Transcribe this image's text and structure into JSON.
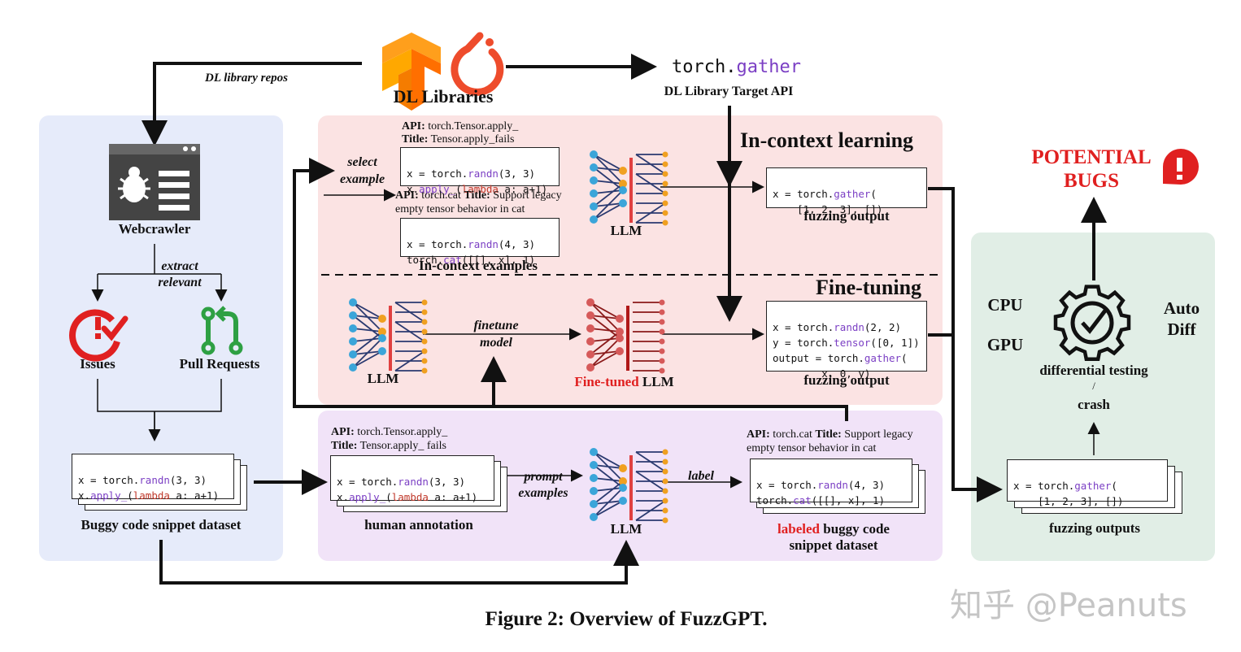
{
  "top": {
    "libraries_label": "DL Libraries",
    "repos_label": "DL library repos",
    "target_code_obj": "torch.",
    "target_code_fn": "gather",
    "target_label": "DL Library Target API"
  },
  "crawler": {
    "webcrawler": "Webcrawler",
    "extract_line1": "extract",
    "extract_line2": "relevant",
    "issues": "Issues",
    "pull_requests": "Pull Requests",
    "snippet_l1a": "x = torch.",
    "snippet_l1fn": "randn",
    "snippet_l1b": "(3, 3)",
    "snippet_l2a": "x.",
    "snippet_l2fn": "apply_",
    "snippet_l2b": "(",
    "snippet_l2kw": "lambda",
    "snippet_l2c": " a: a+1)",
    "dataset_label": "Buggy code snippet dataset"
  },
  "icl": {
    "title": "In-context learning",
    "select_line1": "select",
    "select_line2": "example",
    "ex1_api_bold": "API:",
    "ex1_api": " torch.Tensor.apply_",
    "ex1_title_bold": "Title:",
    "ex1_title": " Tensor.apply_fails",
    "ex1_l1a": "x = torch.",
    "ex1_l1fn": "randn",
    "ex1_l1b": "(3, 3)",
    "ex1_l2a": "x.",
    "ex1_l2fn": "apply_",
    "ex1_l2b": "(",
    "ex1_l2kw": "lambda",
    "ex1_l2c": " a: a+1)",
    "ex2_api_bold": "API:",
    "ex2_api": " torch.cat ",
    "ex2_title_bold": "Title:",
    "ex2_title": " Support legacy",
    "ex2_title_2": "empty tensor behavior in cat",
    "ex2_l1a": "x = torch.",
    "ex2_l1fn": "randn",
    "ex2_l1b": "(4, 3)",
    "ex2_l2a": "torch.",
    "ex2_l2fn": "cat",
    "ex2_l2b": "([[], x], 1)",
    "examples_label": "In-context examples",
    "llm_label": "LLM",
    "out_l1a": "x = torch.",
    "out_l1fn": "gather",
    "out_l1b": "(",
    "out_l2": "    [1, 2, 3], [])",
    "out_label": "fuzzing output"
  },
  "ft": {
    "title": "Fine-tuning",
    "llm_label": "LLM",
    "finetune_line1": "finetune",
    "finetune_line2": "model",
    "finetuned_red": "Fine-tuned",
    "finetuned_rest": " LLM",
    "out_l1a": "x = torch.",
    "out_l1fn": "randn",
    "out_l1b": "(2, 2)",
    "out_l2a": "y = torch.",
    "out_l2fn": "tensor",
    "out_l2b": "([0, 1])",
    "out_l3a": "output = torch.",
    "out_l3fn": "gather",
    "out_l3b": "(",
    "out_l4": "        x, 0, y)",
    "out_label": "fuzzing output"
  },
  "annot": {
    "api_bold": "API:",
    "api": " torch.Tensor.apply_",
    "title_bold": "Title:",
    "title": " Tensor.apply_ fails",
    "l1a": "x = torch.",
    "l1fn": "randn",
    "l1b": "(3, 3)",
    "l2a": "x.",
    "l2fn": "apply_",
    "l2b": "(",
    "l2kw": "lambda",
    "l2c": " a: a+1)",
    "human_label": "human annotation",
    "prompt_line1": "prompt",
    "prompt_line2": "examples",
    "llm_label": "LLM",
    "label_word": "label",
    "lab_api_bold": "API:",
    "lab_api": " torch.cat ",
    "lab_title_bold": "Title:",
    "lab_title": " Support legacy",
    "lab_title_2": "empty tensor behavior in cat",
    "lab_l1a": "x = torch.",
    "lab_l1fn": "randn",
    "lab_l1b": "(4, 3)",
    "lab_l2a": "torch.",
    "lab_l2fn": "cat",
    "lab_l2b": "([[], x], 1)",
    "labeled_red": "labeled",
    "labeled_rest": " buggy code",
    "labeled_line2": "snippet dataset"
  },
  "diff": {
    "potential_line1": "POTENTIAL",
    "potential_line2": "BUGS",
    "cpu": "CPU",
    "gpu": "GPU",
    "auto": "Auto",
    "diff_word": "Diff",
    "testing_line1": "differential testing",
    "testing_line2": "/",
    "testing_line3": "crash",
    "out_l1a": "x = torch.",
    "out_l1fn": "gather",
    "out_l1b": "(",
    "out_l2": "    [1, 2, 3], [])",
    "outputs_label": "fuzzing outputs"
  },
  "caption": "Figure 2: Overview of FuzzGPT.",
  "watermark": "知乎 @Peanuts",
  "colors": {
    "blue_panel": "#e6ebfa",
    "pink_panel": "#fbe3e3",
    "purple_panel": "#f1e3f8",
    "green_panel": "#e1eee6",
    "red_accent": "#e02020",
    "fn_purple": "#7b3fc4"
  }
}
